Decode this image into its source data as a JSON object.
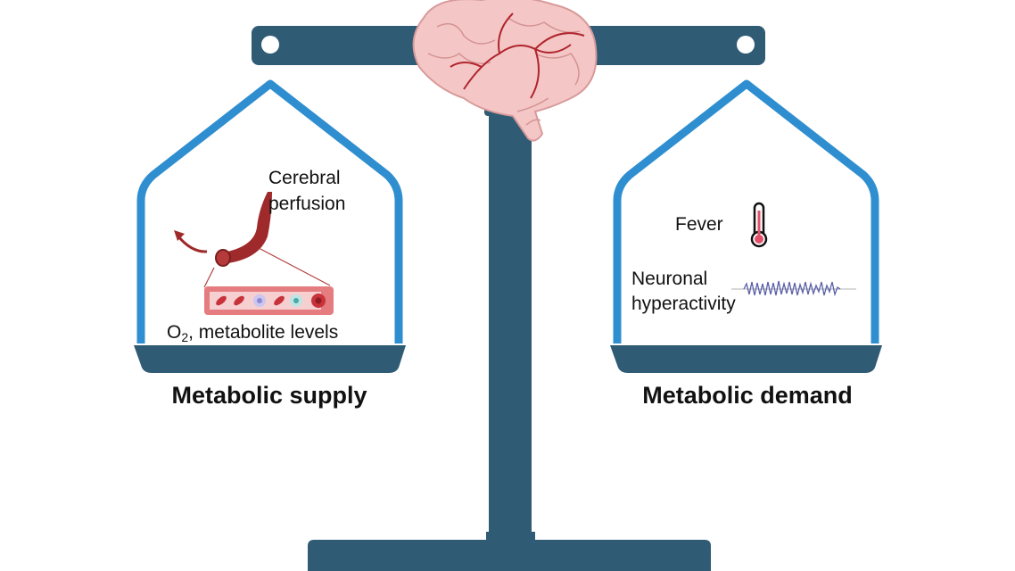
{
  "colors": {
    "scale": "#2f5b75",
    "pan_outline": "#2e8ed0",
    "vessel": "#9e2a2b",
    "brain": "#f4c7c6"
  },
  "left_pan": {
    "title": "Metabolic supply",
    "label_perfusion_line1": "Cerebral",
    "label_perfusion_line2": "perfusion",
    "label_levels_o": "O",
    "label_levels_sub": "2",
    "label_levels_rest": ", metabolite levels"
  },
  "right_pan": {
    "title": "Metabolic demand",
    "label_fever": "Fever",
    "label_neuronal_line1": "Neuronal",
    "label_neuronal_line2": "hyperactivity"
  }
}
